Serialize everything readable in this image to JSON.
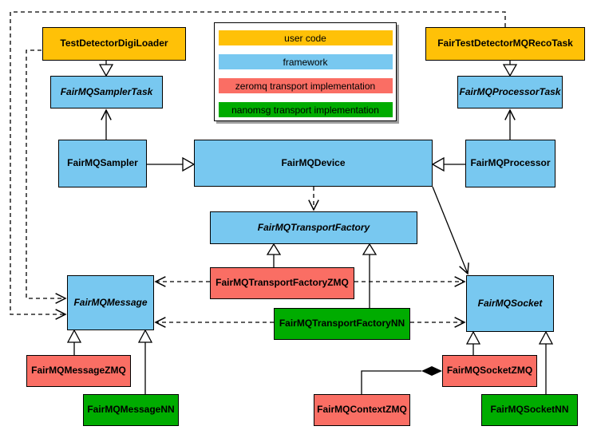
{
  "colors": {
    "user_code": "#FFC107",
    "framework": "#78C8F0",
    "zeromq": "#FA6E64",
    "nanomsg": "#00AC00",
    "line": "#000000",
    "legend_background": "#FFFFFF"
  },
  "legend": {
    "items": [
      {
        "label": "user code",
        "color": "#FFC107"
      },
      {
        "label": "framework",
        "color": "#78C8F0"
      },
      {
        "label": "zeromq transport implementation",
        "color": "#FA6E64"
      },
      {
        "label": "nanomsg transport implementation",
        "color": "#00AC00"
      }
    ]
  },
  "nodes": {
    "digi_loader": {
      "label": "TestDetectorDigiLoader",
      "category": "user code",
      "abstract": false
    },
    "reco_task": {
      "label": "FairTestDetectorMQRecoTask",
      "category": "user code",
      "abstract": false
    },
    "sampler_task": {
      "label": "FairMQSamplerTask",
      "category": "framework",
      "abstract": true
    },
    "processor_task": {
      "label": "FairMQProcessorTask",
      "category": "framework",
      "abstract": true
    },
    "sampler": {
      "label": "FairMQSampler",
      "category": "framework",
      "abstract": false
    },
    "device": {
      "label": "FairMQDevice",
      "category": "framework",
      "abstract": false
    },
    "processor": {
      "label": "FairMQProcessor",
      "category": "framework",
      "abstract": false
    },
    "transport_factory": {
      "label": "FairMQTransportFactory",
      "category": "framework",
      "abstract": true
    },
    "transport_factory_zmq": {
      "label": "FairMQTransportFactoryZMQ",
      "category": "zeromq",
      "abstract": false
    },
    "transport_factory_nn": {
      "label": "FairMQTransportFactoryNN",
      "category": "nanomsg",
      "abstract": false
    },
    "message": {
      "label": "FairMQMessage",
      "category": "framework",
      "abstract": true
    },
    "message_zmq": {
      "label": "FairMQMessageZMQ",
      "category": "zeromq",
      "abstract": false
    },
    "message_nn": {
      "label": "FairMQMessageNN",
      "category": "nanomsg",
      "abstract": false
    },
    "socket": {
      "label": "FairMQSocket",
      "category": "framework",
      "abstract": true
    },
    "socket_zmq": {
      "label": "FairMQSocketZMQ",
      "category": "zeromq",
      "abstract": false
    },
    "socket_nn": {
      "label": "FairMQSocketNN",
      "category": "nanomsg",
      "abstract": false
    },
    "context_zmq": {
      "label": "FairMQContextZMQ",
      "category": "zeromq",
      "abstract": false
    }
  },
  "edges": [
    {
      "from": "TestDetectorDigiLoader",
      "to": "FairMQSamplerTask",
      "type": "inheritance"
    },
    {
      "from": "FairTestDetectorMQRecoTask",
      "to": "FairMQProcessorTask",
      "type": "inheritance"
    },
    {
      "from": "FairMQSampler",
      "to": "FairMQSamplerTask",
      "type": "association"
    },
    {
      "from": "FairMQProcessor",
      "to": "FairMQProcessorTask",
      "type": "association"
    },
    {
      "from": "FairMQSampler",
      "to": "FairMQDevice",
      "type": "inheritance"
    },
    {
      "from": "FairMQProcessor",
      "to": "FairMQDevice",
      "type": "inheritance"
    },
    {
      "from": "FairMQDevice",
      "to": "FairMQTransportFactory",
      "type": "dependency"
    },
    {
      "from": "FairMQDevice",
      "to": "FairMQSocket",
      "type": "association"
    },
    {
      "from": "TestDetectorDigiLoader",
      "to": "FairMQMessage",
      "type": "dependency"
    },
    {
      "from": "FairTestDetectorMQRecoTask",
      "to": "FairMQMessage",
      "type": "dependency"
    },
    {
      "from": "FairMQTransportFactoryZMQ",
      "to": "FairMQTransportFactory",
      "type": "inheritance"
    },
    {
      "from": "FairMQTransportFactoryNN",
      "to": "FairMQTransportFactory",
      "type": "inheritance"
    },
    {
      "from": "FairMQTransportFactoryZMQ",
      "to": "FairMQMessage",
      "type": "dependency"
    },
    {
      "from": "FairMQTransportFactoryZMQ",
      "to": "FairMQSocket",
      "type": "dependency"
    },
    {
      "from": "FairMQTransportFactoryNN",
      "to": "FairMQMessage",
      "type": "dependency"
    },
    {
      "from": "FairMQTransportFactoryNN",
      "to": "FairMQSocket",
      "type": "dependency"
    },
    {
      "from": "FairMQMessageZMQ",
      "to": "FairMQMessage",
      "type": "inheritance"
    },
    {
      "from": "FairMQMessageNN",
      "to": "FairMQMessage",
      "type": "inheritance"
    },
    {
      "from": "FairMQSocketZMQ",
      "to": "FairMQSocket",
      "type": "inheritance"
    },
    {
      "from": "FairMQSocketNN",
      "to": "FairMQSocket",
      "type": "inheritance"
    },
    {
      "from": "FairMQContextZMQ",
      "to": "FairMQSocketZMQ",
      "type": "composition"
    }
  ]
}
